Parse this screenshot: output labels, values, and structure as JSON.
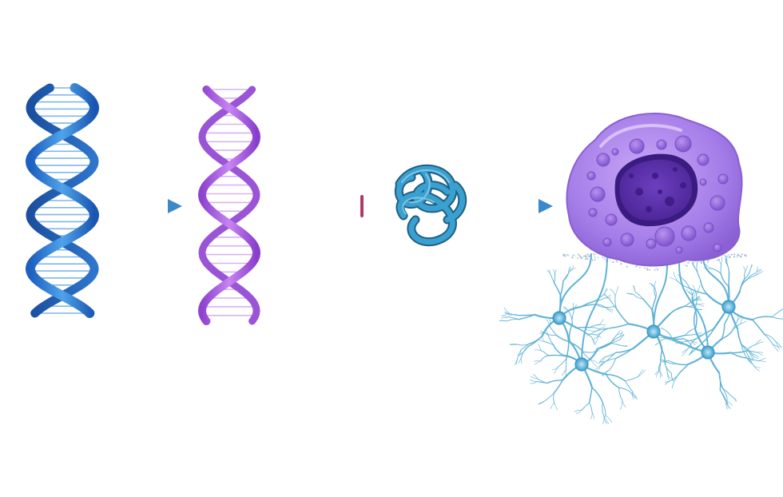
{
  "diagram": {
    "type": "biological-pathway",
    "stages": [
      {
        "id": "dna",
        "icon": "dna-double-helix-icon",
        "color": "#3a86d6"
      },
      {
        "id": "rna",
        "icon": "rna-helix-icon",
        "color": "#a35ae0"
      },
      {
        "id": "protein",
        "icon": "folded-protein-icon",
        "color": "#2f86b4"
      },
      {
        "id": "cell",
        "icon": "cell-with-neurons-icon",
        "color": "#a27ae6"
      }
    ],
    "connectors": [
      {
        "from": "dna",
        "to": "rna",
        "kind": "activation-arrow",
        "color": "#3c89c9"
      },
      {
        "from": "rna",
        "to": "protein",
        "kind": "inhibition-bar",
        "color": "#b23a5e"
      },
      {
        "from": "protein",
        "to": "cell",
        "kind": "activation-arrow",
        "color": "#3c89c9"
      }
    ]
  }
}
